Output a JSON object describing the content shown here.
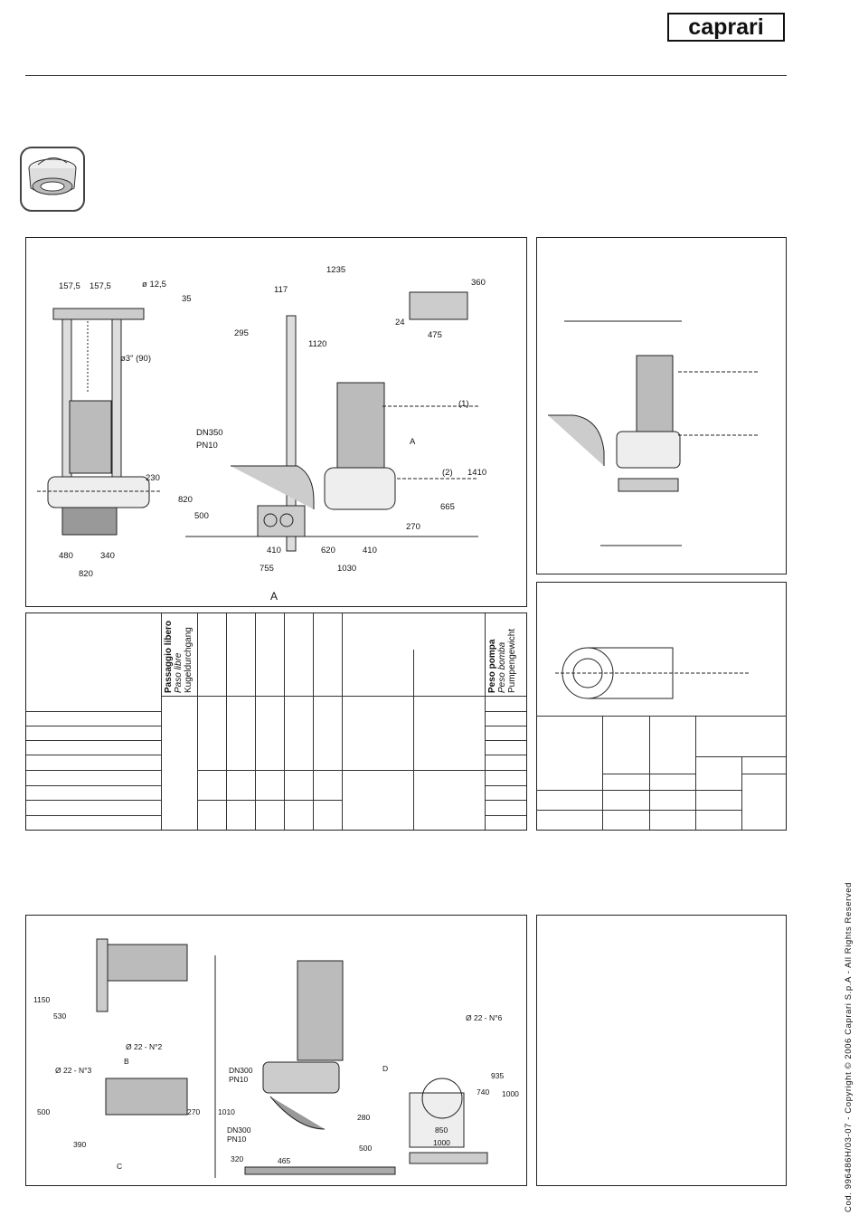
{
  "header": {
    "logo_text": "caprari"
  },
  "copyright": "Cod. 996486H/03-07 - Copyright © 2006 Caprari S.p.A - All Rights Reserved",
  "table_header": {
    "col1_line1": "Passaggio libero",
    "col1_line2": "Paso libre",
    "col1_line3": "Kugeldurchgang",
    "col2_line1": "Peso pompa",
    "col2_line2": "Peso bomba",
    "col2_line3": "Pumpengewicht"
  },
  "drawing1": {
    "dims_left": [
      "157,5",
      "157,5",
      "ø 12,5",
      "35",
      "ø3\" (90)",
      "230",
      "480",
      "340",
      "820"
    ],
    "dims_center": [
      "1235",
      "117",
      "295",
      "1120",
      "DN350",
      "PN10",
      "820",
      "500",
      "410",
      "620",
      "410",
      "755",
      "1030",
      "A",
      "270",
      "665",
      "1410",
      "A",
      "(1)",
      "(2)"
    ],
    "dims_plate": [
      "360",
      "24",
      "475"
    ]
  },
  "drawing4": {
    "dims_left": [
      "1150",
      "530",
      "Ø 22 - N°2",
      "B",
      "Ø 22 - N°3",
      "500",
      "270",
      "390",
      "C"
    ],
    "dims_center": [
      "DN300",
      "PN10",
      "1010",
      "DN300",
      "PN10",
      "320",
      "465",
      "280",
      "500",
      "D"
    ],
    "dims_right": [
      "Ø 22 - N°6",
      "935",
      "740",
      "1000",
      "850",
      "1000"
    ]
  }
}
